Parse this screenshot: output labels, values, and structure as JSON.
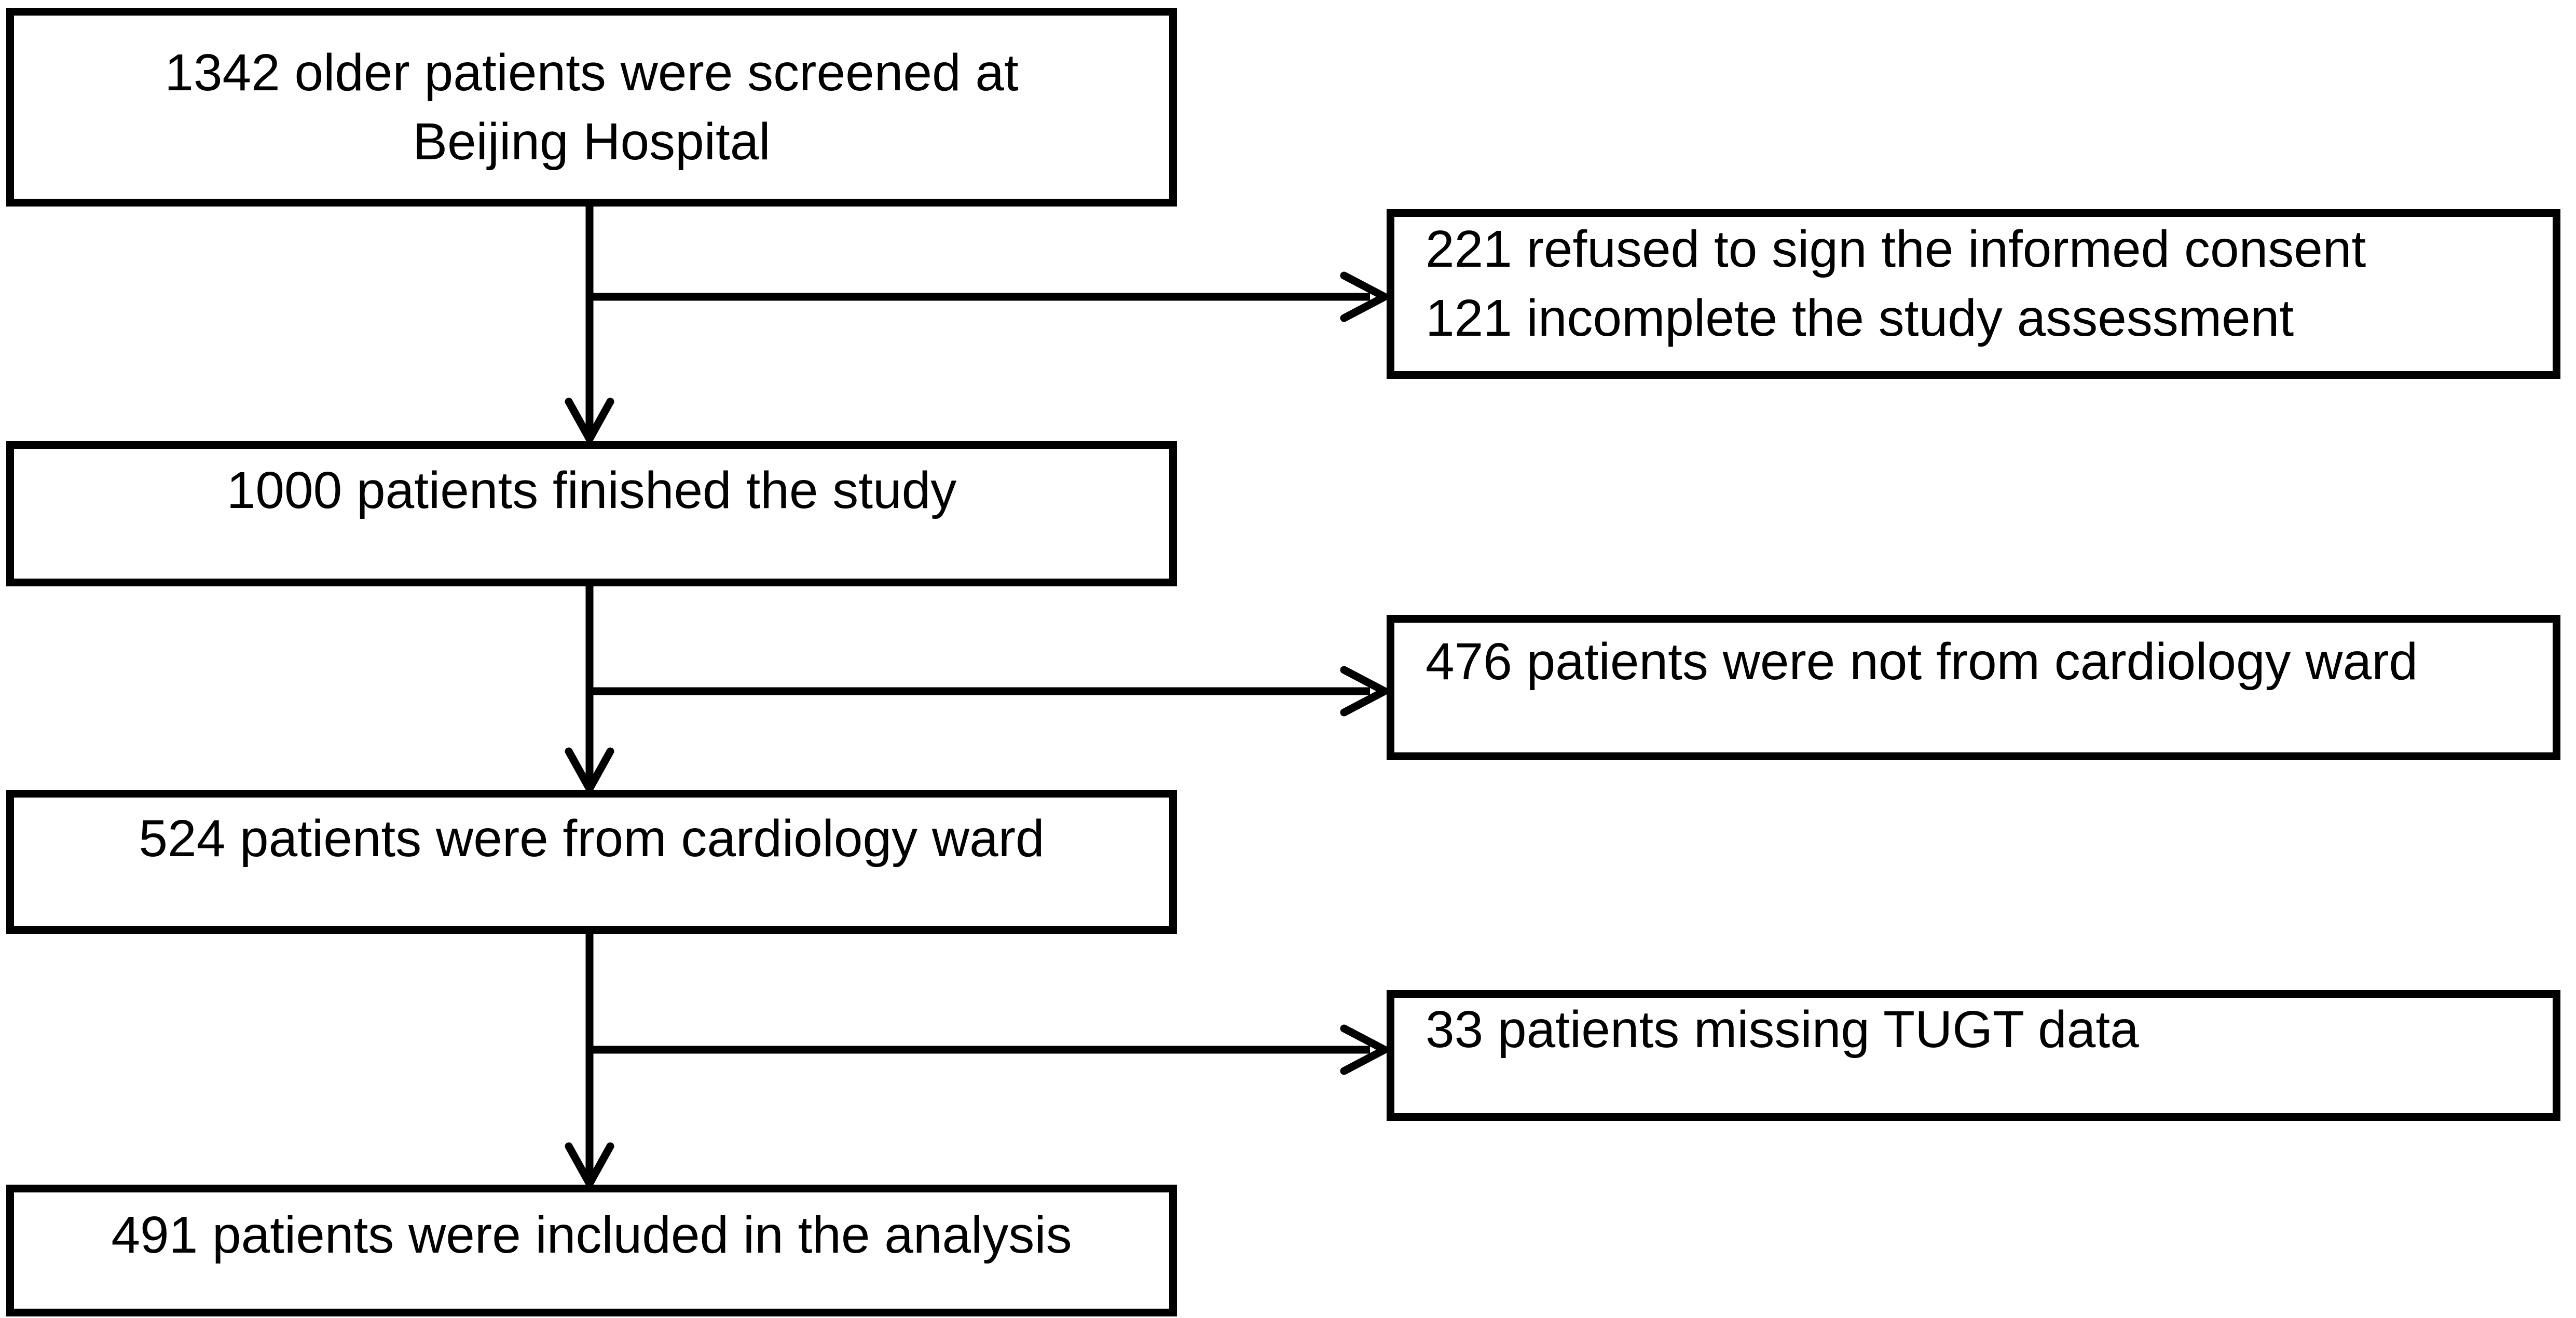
{
  "flow": {
    "diagram_type": "study-flow-diagram",
    "background_color": "#ffffff",
    "line_color": "#000000",
    "nodes": {
      "screened": {
        "lines": [
          "1342 older patients were screened at",
          "Beijing Hospital"
        ]
      },
      "excluded_consent": {
        "lines": [
          "221 refused to sign the informed consent",
          "121 incomplete the study assessment"
        ]
      },
      "finished": {
        "lines": [
          "1000 patients finished the study"
        ]
      },
      "not_cardiology": {
        "lines": [
          "476 patients were not from cardiology ward"
        ]
      },
      "cardiology": {
        "lines": [
          "524 patients were from cardiology ward"
        ]
      },
      "missing_tugt": {
        "lines": [
          "33 patients missing TUGT data"
        ]
      },
      "analysis": {
        "lines": [
          "491 patients were included in the analysis"
        ]
      }
    }
  }
}
